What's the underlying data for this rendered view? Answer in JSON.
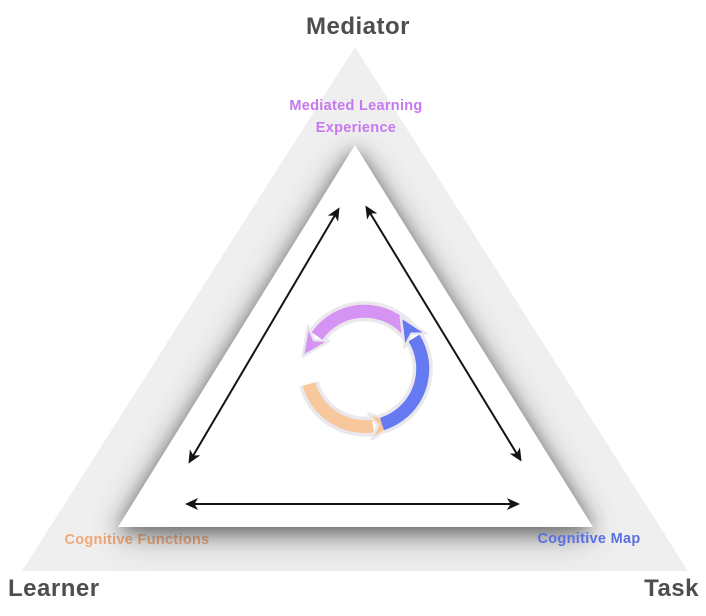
{
  "diagram": {
    "vertices": {
      "top": "Mediator",
      "bottom_left": "Learner",
      "bottom_right": "Task"
    },
    "edge_labels": {
      "top_line1": "Mediated Learning",
      "top_line2": "Experience",
      "bottom_left": "Cognitive Functions",
      "bottom_right": "Cognitive Map"
    },
    "colors": {
      "vertex_text": "#4E4E4E",
      "mle_text": "#C678EE",
      "cognitive_functions_text": "#EFA878",
      "cognitive_map_text": "#5A6FE2",
      "arc_purple": "#D593F3",
      "arc_orange": "#F8C79B",
      "arc_blue": "#6579F1",
      "arc_outline": "#EAE7ED",
      "triangle_fill": "#F0EFF0",
      "arrow_black": "#141414"
    }
  }
}
